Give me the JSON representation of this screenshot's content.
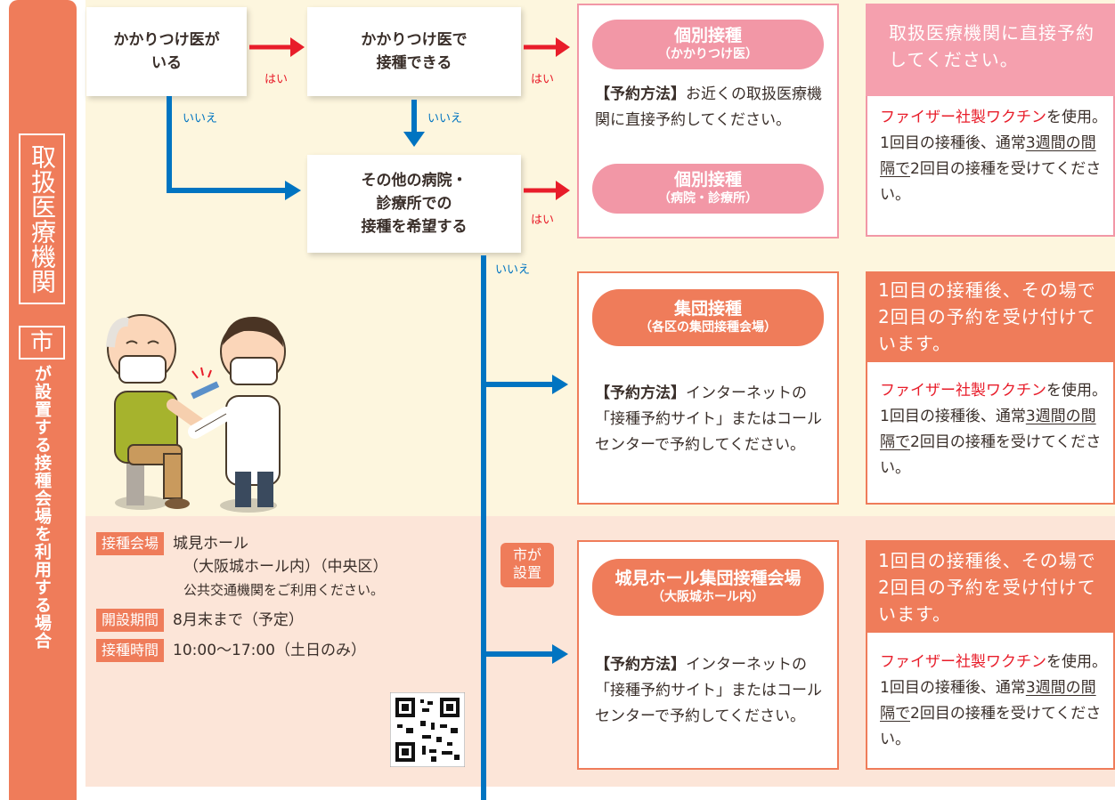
{
  "side": {
    "box1": "取扱医療機関",
    "box2": "市",
    "caption": "が設置する接種会場を利用する場合"
  },
  "flow": {
    "q1": "かかりつけ医が\nいる",
    "q2": "かかりつけ医で\n接種できる",
    "q3": "その他の病院・\n診療所での\n接種を希望する",
    "yes": "はい",
    "no": "いいえ"
  },
  "card_individual": {
    "pill1_title": "個別接種",
    "pill1_sub": "（かかりつけ医）",
    "method_label": "【予約方法】",
    "method_text": "お近くの取扱医療機関に直接予約してください。",
    "pill2_title": "個別接種",
    "pill2_sub": "（病院・診療所）"
  },
  "right_individual": {
    "header": "取扱医療機関に直接予約してください。",
    "vaccine": "ファイザー社製ワクチン",
    "t1": "を使用。1回目の接種後、通常",
    "interval": "3週間の間隔で",
    "t2": "2回目の接種を受けてください。"
  },
  "card_group": {
    "title": "集団接種",
    "sub": "（各区の集団接種会場）",
    "method_label": "【予約方法】",
    "method_text": "インターネットの「接種予約サイト」またはコールセンターで予約してください。"
  },
  "right_group": {
    "header": "1回目の接種後、その場で2回目の予約を受け付けています。",
    "vaccine": "ファイザー社製ワクチン",
    "t1": "を使用。1回目の接種後、通常",
    "interval": "3週間の間隔で",
    "t2": "2回目の接種を受けてください。"
  },
  "city_badge": "市が\n設置",
  "card_hall": {
    "title": "城見ホール集団接種会場",
    "sub": "（大阪城ホール内）",
    "method_label": "【予約方法】",
    "method_text": "インターネットの「接種予約サイト」またはコールセンターで予約してください。"
  },
  "right_hall": {
    "header": "1回目の接種後、その場で2回目の予約を受け付けています。",
    "vaccine": "ファイザー社製ワクチン",
    "t1": "を使用。1回目の接種後、通常",
    "interval": "3週間の間隔で",
    "t2": "2回目の接種を受けてください。"
  },
  "venue": {
    "label_venue": "接種会場",
    "venue_name": "城見ホール",
    "venue_loc": "（大阪城ホール内）（中央区）",
    "venue_note": "公共交通機関をご利用ください。",
    "label_period": "開設期間",
    "period": "8月末まで（予定）",
    "label_time": "接種時間",
    "time": "10:00〜17:00（土日のみ）"
  },
  "colors": {
    "orange": "#ef7c5a",
    "pink": "#f297a6",
    "blue": "#0074c1",
    "red": "#e81d2a"
  }
}
